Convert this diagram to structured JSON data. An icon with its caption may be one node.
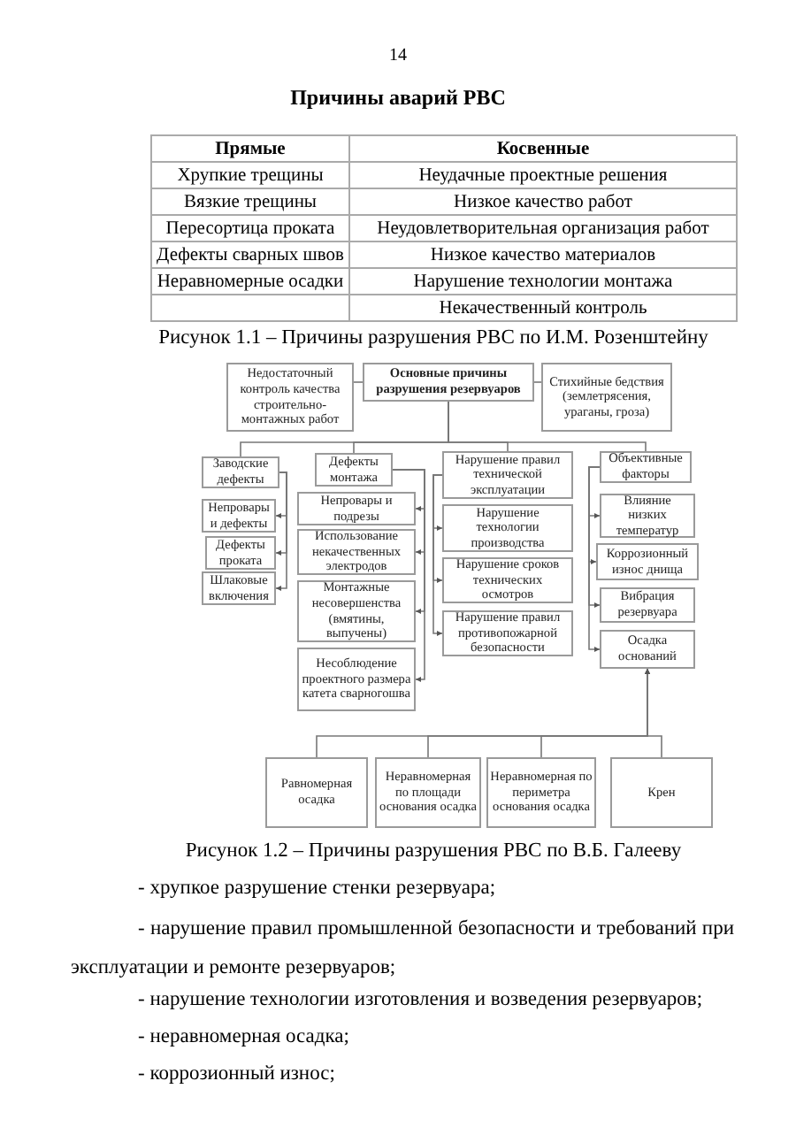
{
  "diagram": {
    "title": "Причины аварий РВС",
    "caption": "Рисунок 1.2 – Причины разрушения РВС по В.Б. Галееву",
    "nodes": [
      {
        "text": [
          "Недостаточный контроль качества строительно-монтажных работ"
        ]
      },
      {
        "text": [
          "Основные причины разрушения резервуаров"
        ]
      },
      {
        "text": [
          "Стихийные бедствия (землетрясения, ураганы, гроза)"
        ]
      },
      {
        "text": [
          "Заводские дефекты"
        ]
      },
      {
        "text": [
          "Непровары и дефекты"
        ]
      },
      {
        "text": [
          "Дефекты проката"
        ]
      },
      {
        "text": [
          "Шлаковые включения"
        ]
      },
      {
        "text": [
          "Дефекты монтажа"
        ]
      },
      {
        "text": [
          "Непровары и подрезы"
        ]
      },
      {
        "text": [
          "Использование некачественных электродов"
        ]
      },
      {
        "text": [
          "Монтажные несовершенства (вмятины, выпучены)"
        ]
      },
      {
        "text": [
          "Несоблюдение проектного размера катета сварногошва"
        ]
      },
      {
        "text": [
          "Нарушение правил технической эксплуатации"
        ]
      },
      {
        "text": [
          "Нарушение технологии производства"
        ]
      },
      {
        "text": [
          "Нарушение сроков технических осмотров"
        ]
      },
      {
        "text": [
          "Нарушение правил противопожарной безопасности"
        ]
      },
      {
        "text": [
          "Объективные факторы"
        ]
      },
      {
        "text": [
          "Влияние низких температур"
        ]
      },
      {
        "text": [
          "Коррозионный износ днища"
        ]
      },
      {
        "text": [
          "Вибрация резервуара"
        ]
      },
      {
        "text": [
          "Осадка оснований"
        ]
      },
      {
        "text": [
          "Равномерная осадка"
        ]
      },
      {
        "text": [
          "Неравномерная по площади основания осадка"
        ]
      },
      {
        "text": [
          "Неравномерная по периметра основания осадка"
        ]
      },
      {
        "text": [
          "Крен"
        ]
      }
    ],
    "edges": [
      {
        "from": 1,
        "to": 0,
        "arrow": "none"
      },
      {
        "from": 1,
        "to": 2,
        "arrow": "none"
      },
      {
        "from": 1,
        "to": 3,
        "arrow": "none"
      },
      {
        "from": 1,
        "to": 7,
        "arrow": "none"
      },
      {
        "from": 1,
        "to": 12,
        "arrow": "none"
      },
      {
        "from": 1,
        "to": 16,
        "arrow": "none"
      },
      {
        "from": 3,
        "to": 4,
        "arrow": "to"
      },
      {
        "from": 3,
        "to": 5,
        "arrow": "to"
      },
      {
        "from": 3,
        "to": 6,
        "arrow": "to"
      },
      {
        "from": 7,
        "to": 8,
        "arrow": "to"
      },
      {
        "from": 7,
        "to": 9,
        "arrow": "to"
      },
      {
        "from": 7,
        "to": 10,
        "arrow": "to"
      },
      {
        "from": 7,
        "to": 11,
        "arrow": "to"
      },
      {
        "from": 12,
        "to": 13,
        "arrow": "to"
      },
      {
        "from": 12,
        "to": 14,
        "arrow": "to"
      },
      {
        "from": 12,
        "to": 15,
        "arrow": "to"
      },
      {
        "from": 16,
        "to": 17,
        "arrow": "to"
      },
      {
        "from": 16,
        "to": 18,
        "arrow": "to"
      },
      {
        "from": 16,
        "to": 19,
        "arrow": "to"
      },
      {
        "from": 16,
        "to": 20,
        "arrow": "to"
      },
      {
        "from": 21,
        "to": 20,
        "arrow": "to"
      },
      {
        "from": 22,
        "to": 20,
        "arrow": "to"
      },
      {
        "from": 23,
        "to": 20,
        "arrow": "to"
      },
      {
        "from": 24,
        "to": 20,
        "arrow": "to"
      }
    ],
    "labels": [
      "14",
      "Прямые",
      "Косвенные",
      "Хрупкие трещины",
      "Неудачные проектные решения",
      "Вязкие трещины",
      "Низкое качество работ",
      "Пересортица проката",
      "Неудовлетворительная организация работ",
      "Дефекты сварных швов",
      "Низкое качество материалов",
      "Неравномерные осадки",
      "Нарушение технологии монтажа",
      "Некачественный контроль",
      "Рисунок 1.1 – Причины разрушения РВС по И.М. Розенштейну",
      "- хрупкое разрушение стенки резервуара;",
      "- нарушение правил промышленной безопасности и требований при эксплуатации и ремонте резервуаров;",
      "- нарушение технологии изготовления и возведения резервуаров;",
      "- неравномерная осадка;",
      "- коррозионный износ;"
    ]
  }
}
